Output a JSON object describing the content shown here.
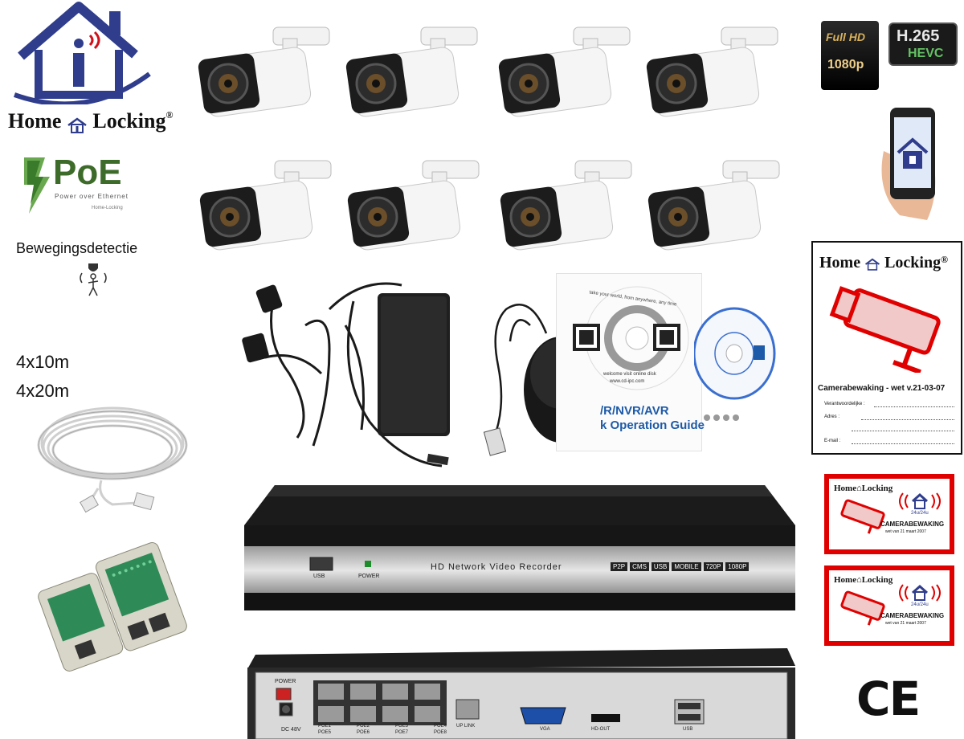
{
  "brand": {
    "name_part1": "Home",
    "name_part2": "Locking",
    "registered": "®"
  },
  "badges": {
    "poe_title": "PoE",
    "poe_subtitle": "Power over Ethernet",
    "poe_brand": "Home-Locking",
    "fullhd_line1": "Full HD",
    "fullhd_line2": "1080p",
    "codec_line1": "H.265",
    "codec_line2": "HEVC",
    "ce_mark": "CE"
  },
  "features": {
    "motion_label": "Bewegingsdetectie",
    "cable_line1": "4x10m",
    "cable_line2": "4x20m"
  },
  "manual": {
    "title_line1": "/R/NVR/AVR",
    "title_line2": "k Operation Guide",
    "cd_top_text": "take your world, from anywhere, any time",
    "cd_welcome": "welcome visit online disk",
    "cd_url": "www.cd-ipc.com"
  },
  "sign": {
    "title": "Camerabewaking - wet v.21-03-07",
    "field1": "Verantwoordelijke :",
    "field2": "Adres :",
    "field3": "E-mail :"
  },
  "stickers": {
    "label": "CAMERABEWAKING",
    "law": "wet van 21 maart 2007",
    "hours": "24u/24u"
  },
  "nvr_front": {
    "title": "HD Network Video Recorder",
    "usb_label": "USB",
    "power_label": "POWER",
    "tags": [
      "P2P",
      "CMS",
      "USB",
      "MOBILE",
      "720P",
      "1080P"
    ]
  },
  "nvr_back": {
    "power_label": "POWER",
    "dc_label": "DC 48V",
    "poe_top": [
      "POE1",
      "POE2",
      "POE3",
      "POE4"
    ],
    "poe_bottom": [
      "POE5",
      "POE6",
      "POE7",
      "POE8"
    ],
    "uplink_label": "UP LINK",
    "vga_label": "VGA",
    "hdout_label": "HD-OUT",
    "usb_label": "USB"
  },
  "colors": {
    "logo_blue": "#2f3d8c",
    "logo_red": "#d0101a",
    "poe_green": "#6aa84f",
    "sticker_red": "#e00000",
    "nvr_black": "#1b1b1b",
    "nvr_silver": "#c9c9c9"
  }
}
